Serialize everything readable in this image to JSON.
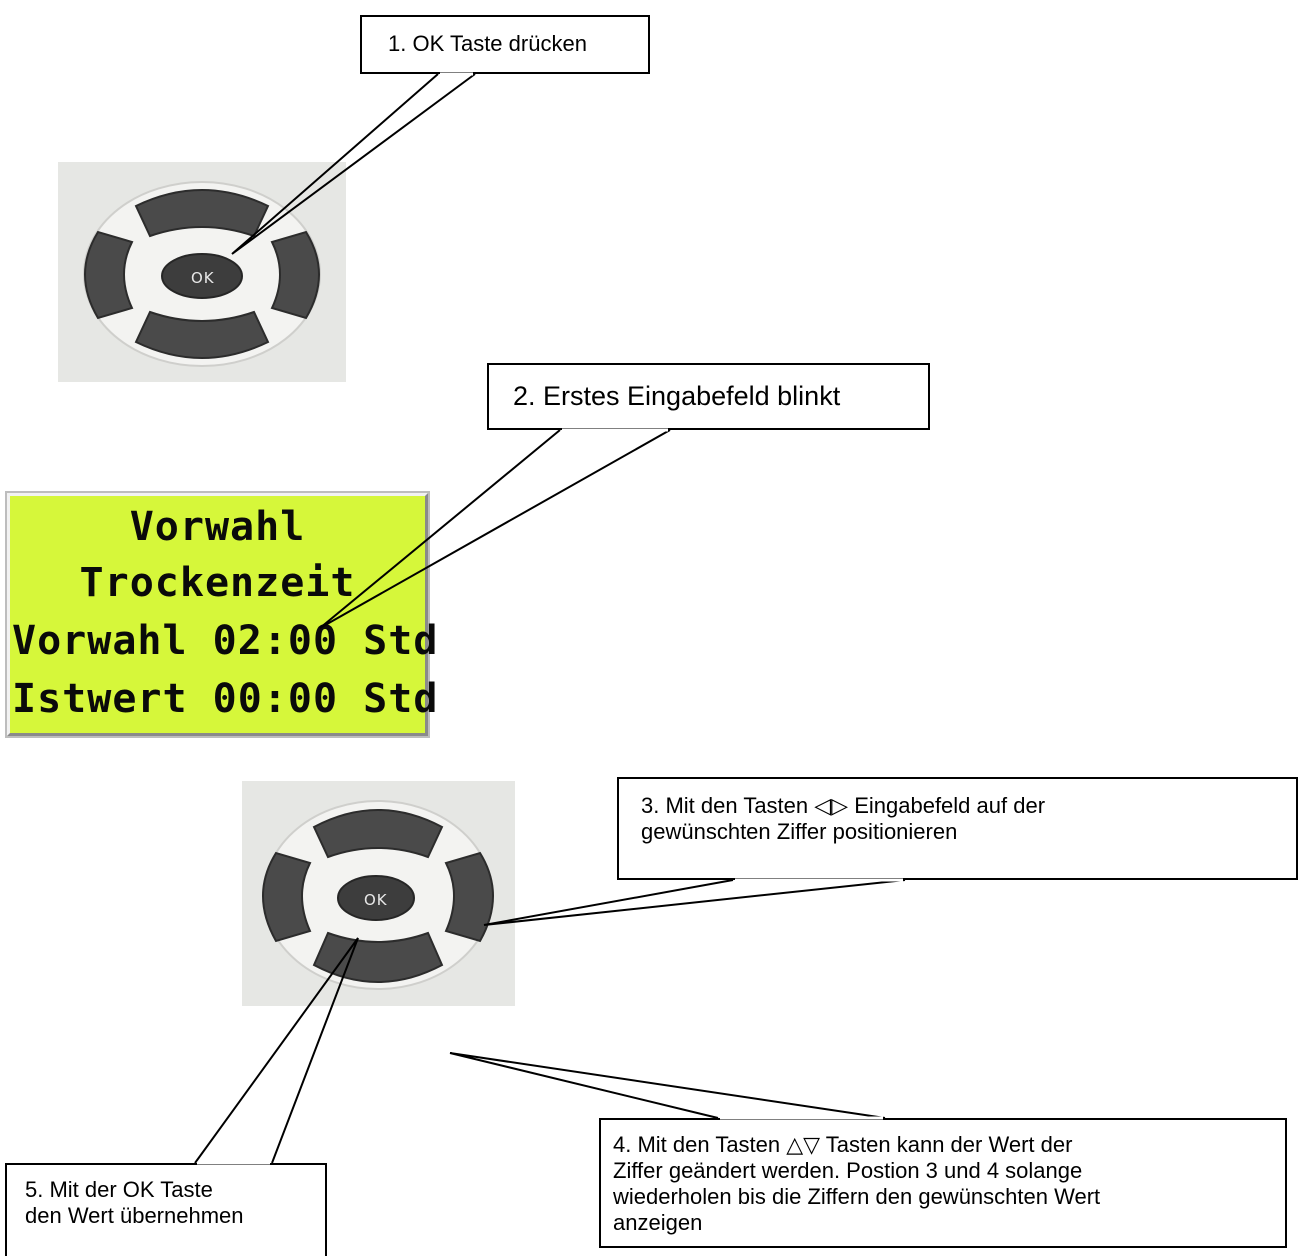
{
  "callouts": {
    "step1": "1. OK Taste drücken",
    "step2": "2. Erstes Eingabefeld blinkt",
    "step3_line1": "3. Mit den Tasten ◁▷ Eingabefeld auf der",
    "step3_line2": "gewünschten Ziffer positionieren",
    "step4_line1": "4. Mit den Tasten △▽ Tasten kann der Wert der",
    "step4_line2": "Ziffer geändert werden. Postion 3 und 4 solange",
    "step4_line3": "wiederholen bis die Ziffern den gewünschten Wert",
    "step4_line4": "anzeigen",
    "step5_line1": "5. Mit der OK Taste",
    "step5_line2": "den Wert übernehmen"
  },
  "keypad": {
    "ok_label": "OK"
  },
  "lcd": {
    "line1": "Vorwahl",
    "line2": "Trockenzeit",
    "line3": "Vorwahl 02:00 Std",
    "line4": "Istwert 00:00 Std",
    "background_color": "#d6f73a"
  }
}
